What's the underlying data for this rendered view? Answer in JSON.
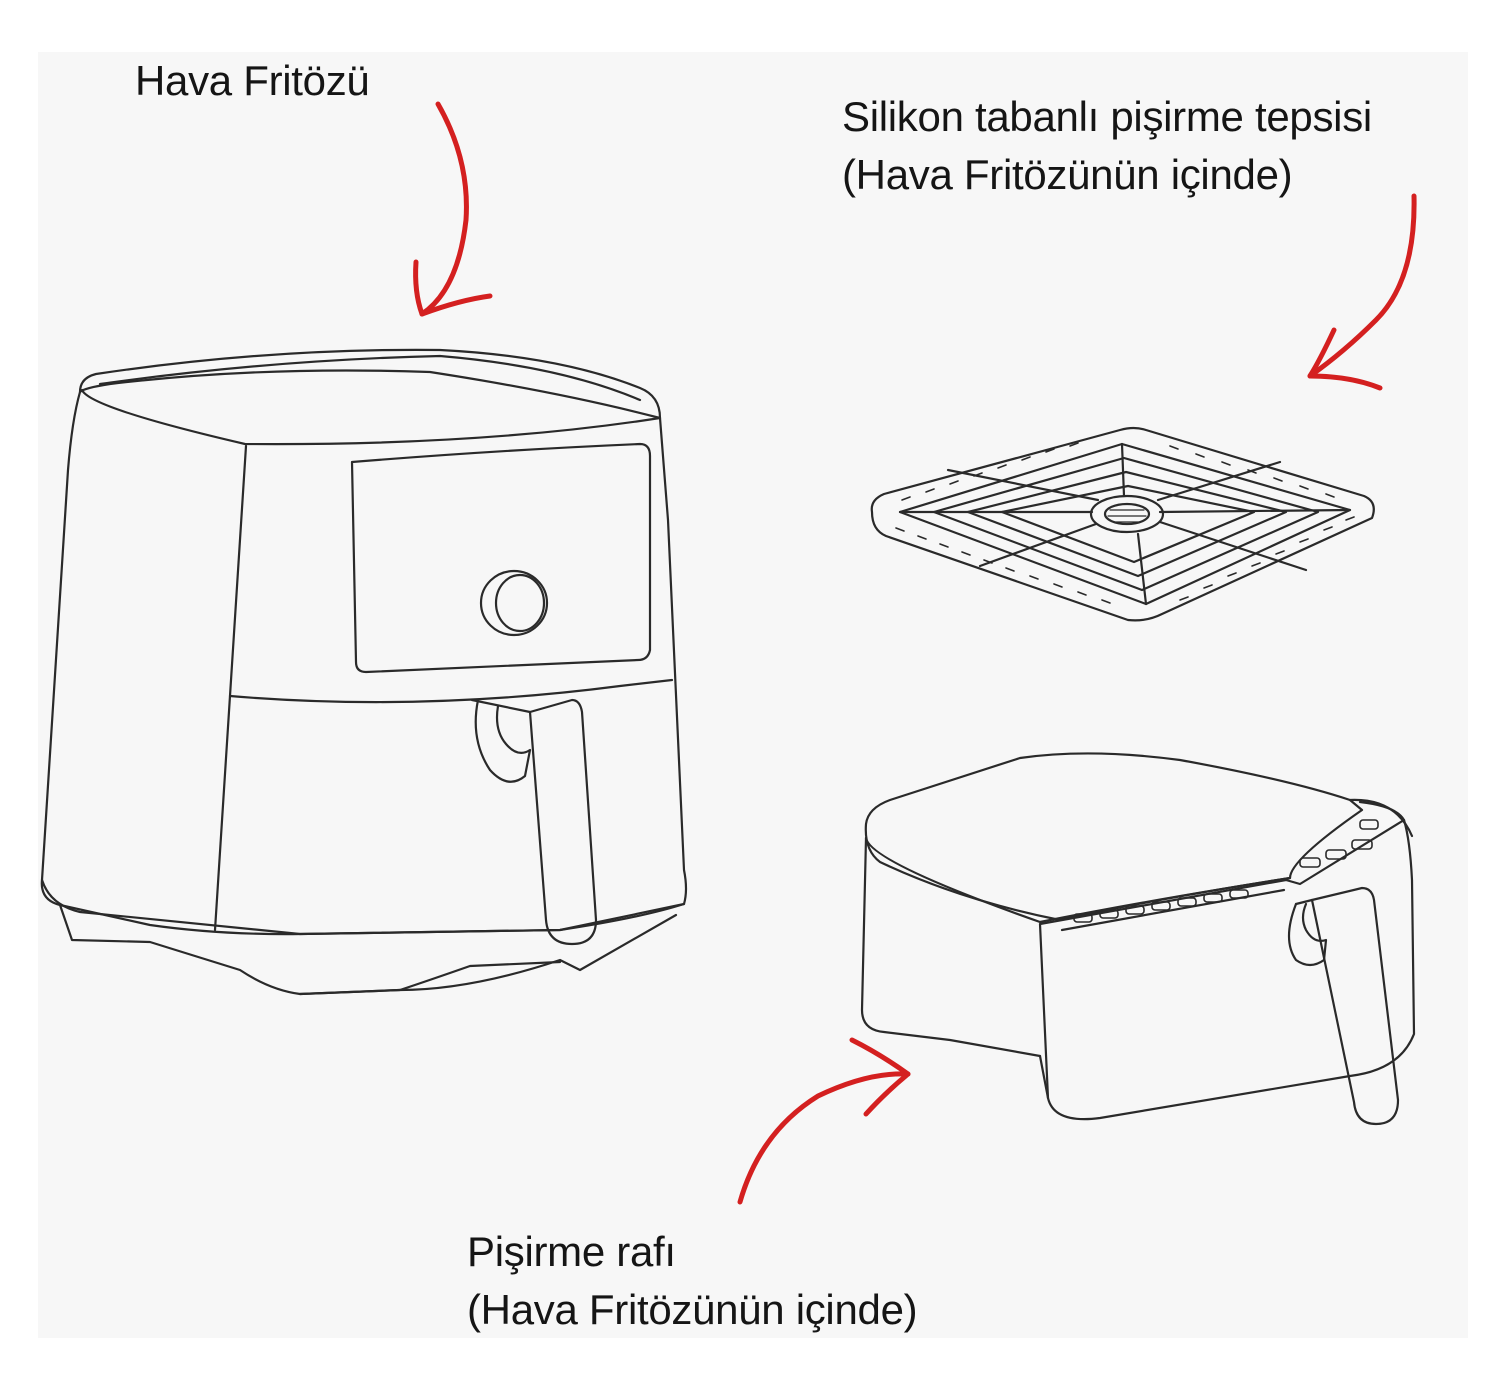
{
  "labels": {
    "air_fryer": "Hava Fritözü",
    "tray_line1": "Silikon tabanlı pişirme tepsisi",
    "tray_line2": "(Hava Fritözünün içinde)",
    "rack_line1": "Pişirme rafı",
    "rack_line2": "(Hava Fritözünün içinde)"
  },
  "colors": {
    "arrow": "#d42020",
    "outline": "#2a2a2a",
    "background": "#f7f7f7",
    "text": "#151515"
  }
}
